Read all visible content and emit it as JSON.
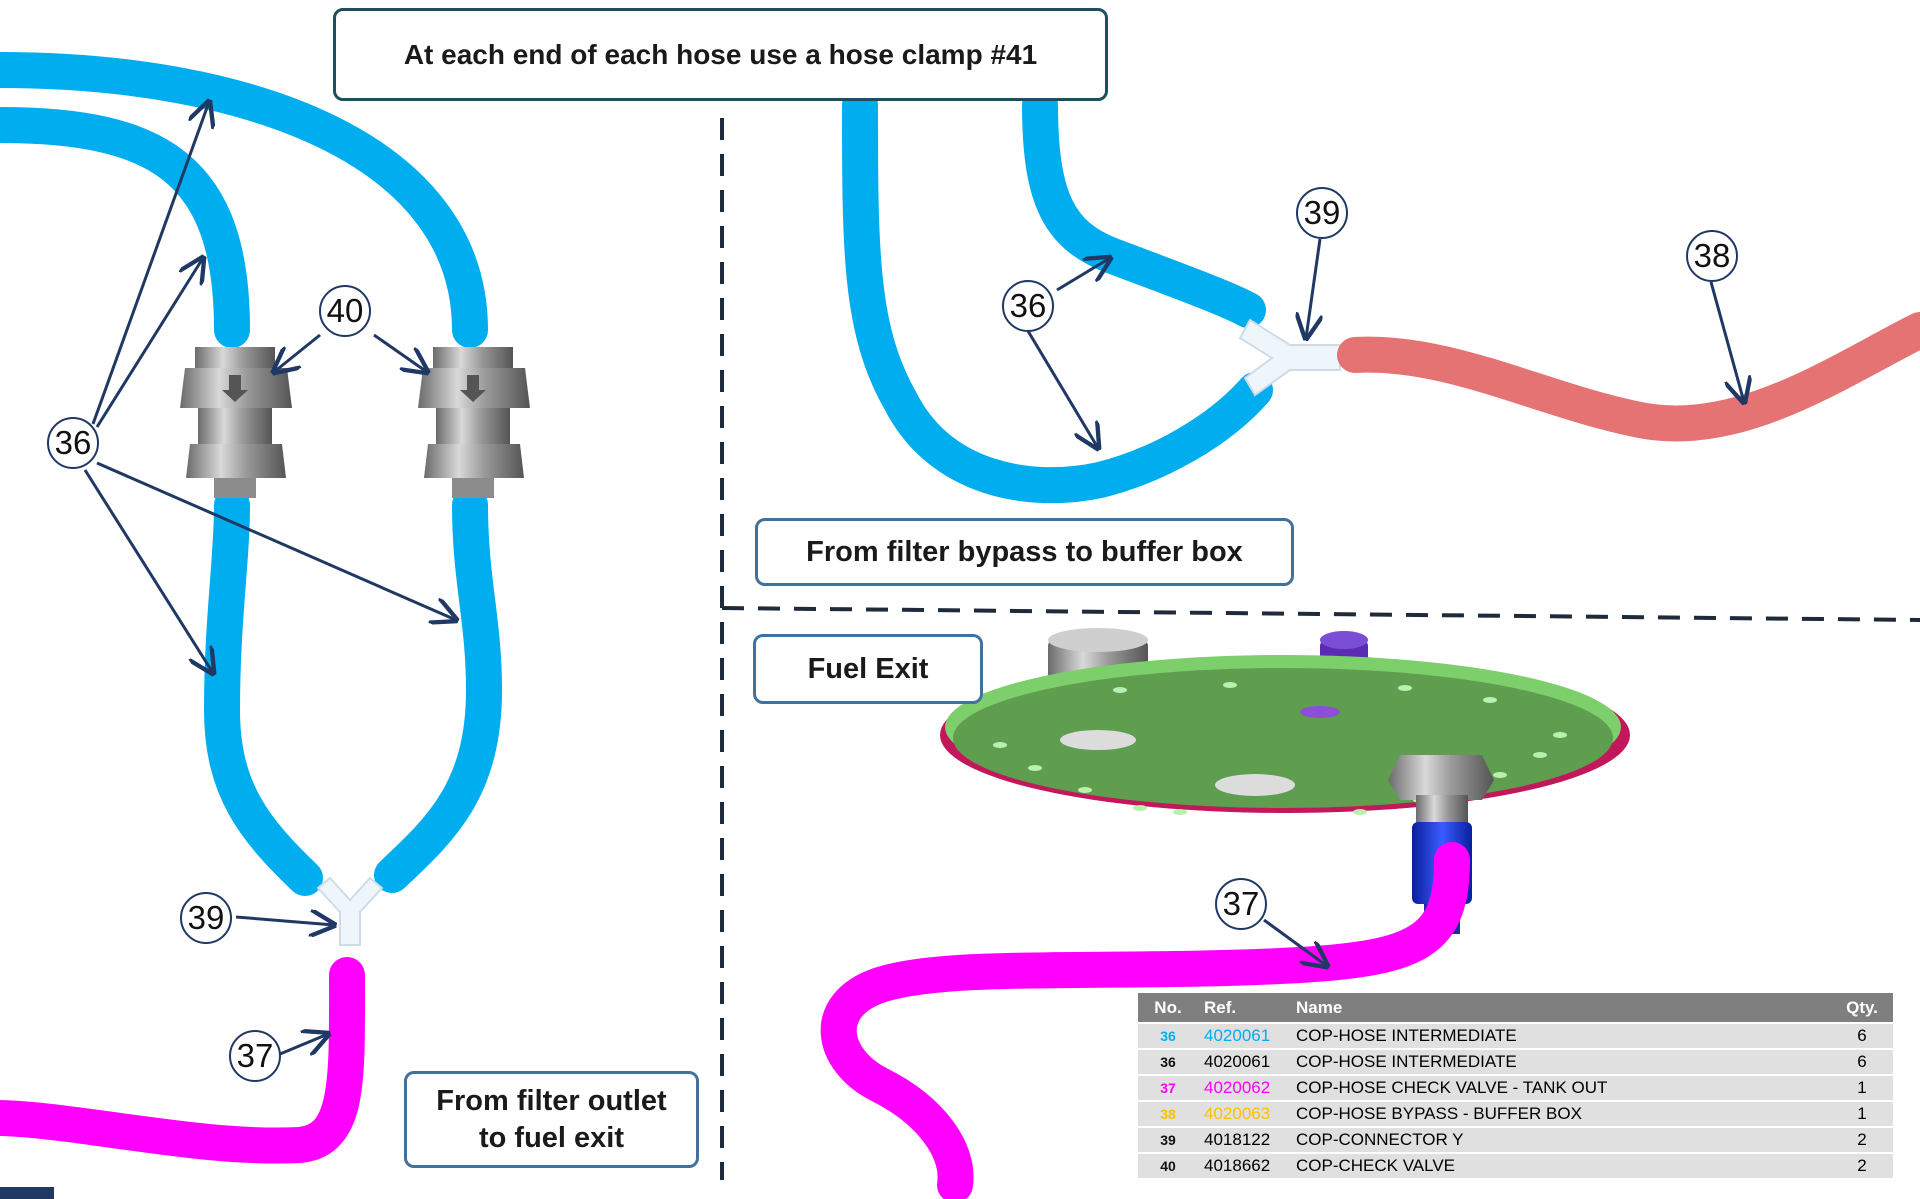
{
  "callouts": {
    "top": "At each end of each hose use a hose clamp #41",
    "bypass": "From filter bypass to buffer box",
    "fuel_exit": "Fuel Exit",
    "outlet_line1": "From filter outlet",
    "outlet_line2": "to fuel exit"
  },
  "labels": {
    "l36": "36",
    "l40": "40",
    "l39_left": "39",
    "l37_left": "37",
    "l39_right": "39",
    "l38": "38",
    "l36_right": "36",
    "l37_right": "37"
  },
  "colors": {
    "hose_36": "#00aeef",
    "hose_37": "#ff00ff",
    "hose_38": "#e57373",
    "arrow": "#1f3864"
  },
  "table": {
    "headers": [
      "No.",
      "Ref.",
      "Name",
      "Qty."
    ],
    "rows": [
      {
        "no": "36",
        "ref": "4020061",
        "name": "COP-HOSE INTERMEDIATE",
        "qty": "6",
        "color": "#00aeef"
      },
      {
        "no": "36",
        "ref": "4020061",
        "name": "COP-HOSE INTERMEDIATE",
        "qty": "6",
        "color": "#111111"
      },
      {
        "no": "37",
        "ref": "4020062",
        "name": "COP-HOSE CHECK VALVE - TANK OUT",
        "qty": "1",
        "color": "#ff00ff"
      },
      {
        "no": "38",
        "ref": "4020063",
        "name": "COP-HOSE BYPASS - BUFFER BOX",
        "qty": "1",
        "color": "#ffc000"
      },
      {
        "no": "39",
        "ref": "4018122",
        "name": "COP-CONNECTOR Y",
        "qty": "2",
        "color": "#111111"
      },
      {
        "no": "40",
        "ref": "4018662",
        "name": "COP-CHECK VALVE",
        "qty": "2",
        "color": "#111111"
      }
    ]
  }
}
